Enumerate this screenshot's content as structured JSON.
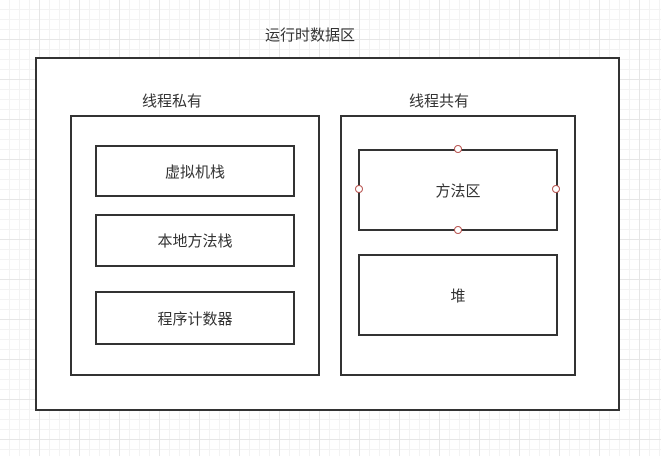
{
  "diagram": {
    "title": "运行时数据区",
    "private_group": {
      "label": "线程私有",
      "items": [
        "虚拟机栈",
        "本地方法栈",
        "程序计数器"
      ]
    },
    "shared_group": {
      "label": "线程共有",
      "items": [
        "方法区",
        "堆"
      ]
    }
  }
}
